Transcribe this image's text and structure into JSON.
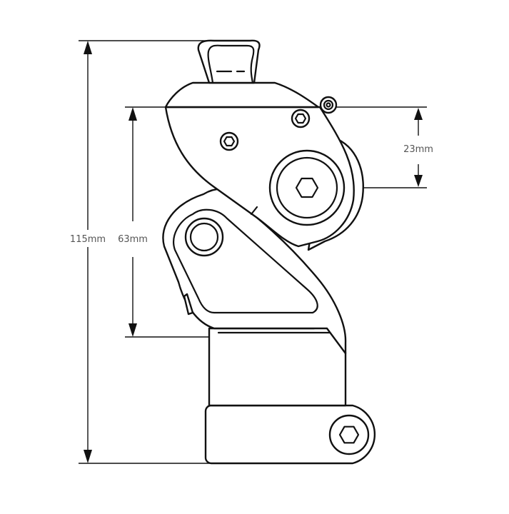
{
  "dimensions": {
    "overall_height": "115mm",
    "knee_height": "63mm",
    "pivot_offset": "23mm"
  },
  "colors": {
    "line": "#111111",
    "label": "#555555",
    "background": "#ffffff"
  }
}
